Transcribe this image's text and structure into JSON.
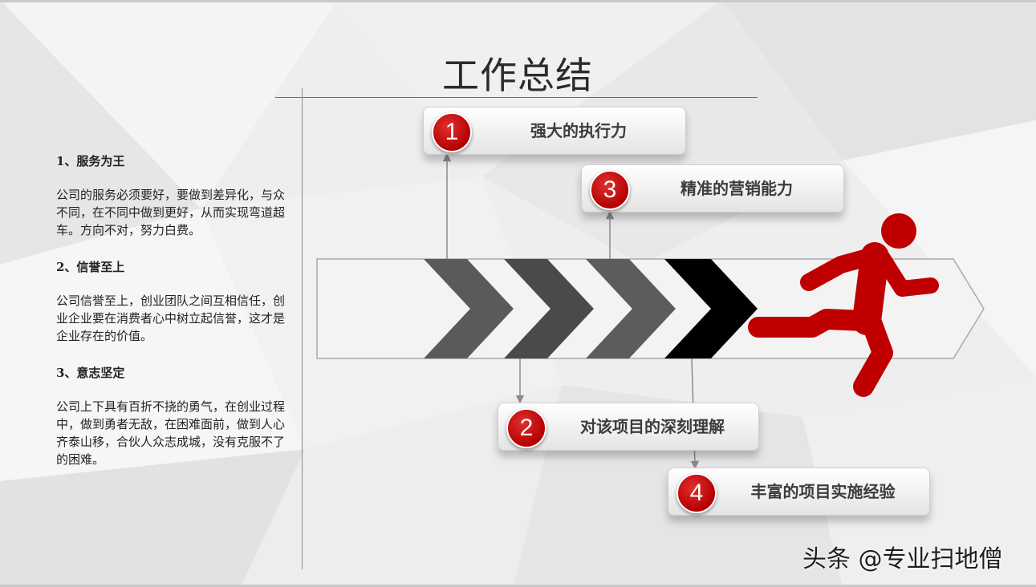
{
  "title": "工作总结",
  "sections": [
    {
      "heading": "1、服务为王",
      "body": "公司的服务必须要好，要做到差异化，与众不同，在不同中做到更好，从而实现弯道超车。方向不对，努力白费。"
    },
    {
      "heading": "2、信誉至上",
      "body": "公司信誉至上，创业团队之间互相信任，创业企业要在消费者心中树立起信誉，这才是企业存在的价值。"
    },
    {
      "heading": "3、意志坚定",
      "body": "公司上下具有百折不挠的勇气，在创业过程中，做到勇者无敌，在困难面前，做到人心齐泰山移，合伙人众志成城，没有克服不了的困难。"
    }
  ],
  "steps": [
    {
      "number": "1",
      "label": "强大的执行力"
    },
    {
      "number": "2",
      "label": "对该项目的深刻理解"
    },
    {
      "number": "3",
      "label": "精准的营销能力"
    },
    {
      "number": "4",
      "label": "丰富的项目实施经验"
    }
  ],
  "watermark": "头条 @专业扫地僧",
  "colors": {
    "accent": "#c00000",
    "chevron_dark": "#000000",
    "chevron_gray": "#5a5a5a",
    "text": "#222222"
  },
  "icons": [
    "running-man-icon",
    "chevron-icon"
  ]
}
